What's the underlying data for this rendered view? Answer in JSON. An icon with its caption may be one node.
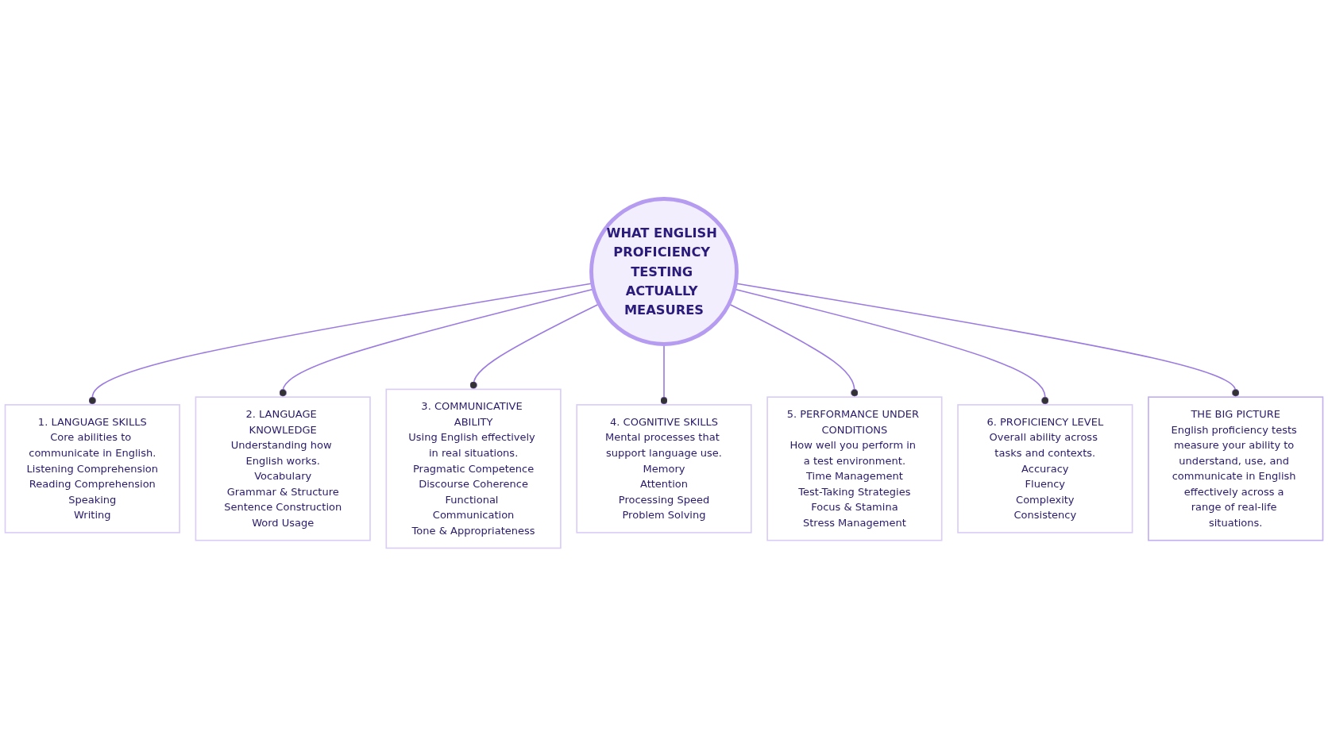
{
  "diagram": {
    "nodes": [
      {
        "text": [
          "WHAT ENGLISH PROFICIENCY TESTING ACTUALLY MEASURES"
        ]
      },
      {
        "text": [
          "1. LANGUAGE SKILLS",
          "Core abilities to communicate in English.",
          "Listening Comprehension",
          "Reading Comprehension",
          "Speaking",
          "Writing"
        ]
      },
      {
        "text": [
          "2. LANGUAGE KNOWLEDGE",
          "Understanding how English works.",
          "Vocabulary",
          "Grammar & Structure",
          "Sentence Construction",
          "Word Usage"
        ]
      },
      {
        "text": [
          "3. COMMUNICATIVE ABILITY",
          "Using English effectively in real situations.",
          "Pragmatic Competence",
          "Discourse Coherence",
          "Functional Communication",
          "Tone & Appropriateness"
        ]
      },
      {
        "text": [
          "4. COGNITIVE SKILLS",
          "Mental processes that support language use.",
          "Memory",
          "Attention",
          "Processing Speed",
          "Problem Solving"
        ]
      },
      {
        "text": [
          "5. PERFORMANCE UNDER CONDITIONS",
          "How well you perform in a test environment.",
          "Time Management",
          "Test-Taking Strategies",
          "Focus & Stamina",
          "Stress Management"
        ]
      },
      {
        "text": [
          "6. PROFICIENCY LEVEL",
          "Overall ability across tasks and contexts.",
          "Accuracy",
          "Fluency",
          "Complexity",
          "Consistency"
        ]
      },
      {
        "text": [
          "THE BIG PICTURE",
          "English proficiency tests measure your ability to understand, use, and communicate in English effectively across a range of real-life situations."
        ]
      }
    ],
    "edges": [
      {
        "from": 0,
        "to": 1,
        "arrow": "other"
      },
      {
        "from": 0,
        "to": 2,
        "arrow": "other"
      },
      {
        "from": 0,
        "to": 3,
        "arrow": "other"
      },
      {
        "from": 0,
        "to": 4,
        "arrow": "other"
      },
      {
        "from": 0,
        "to": 5,
        "arrow": "other"
      },
      {
        "from": 0,
        "to": 6,
        "arrow": "other"
      },
      {
        "from": 0,
        "to": 7,
        "arrow": "other"
      }
    ]
  }
}
